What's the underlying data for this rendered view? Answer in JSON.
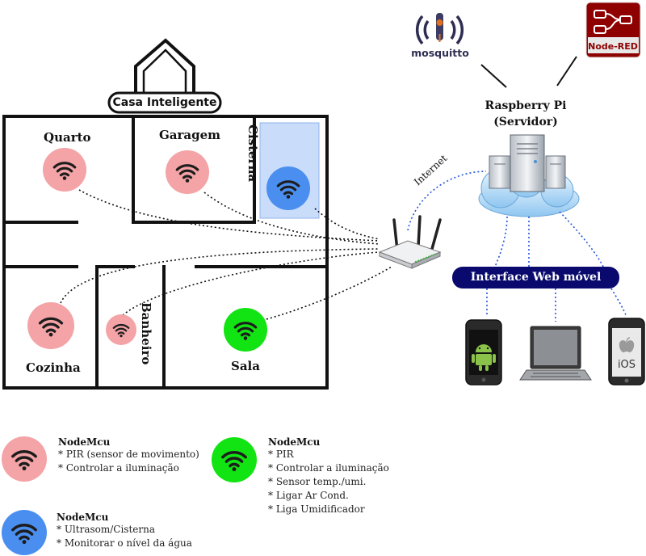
{
  "house": {
    "title": "Casa Inteligente",
    "rooms": {
      "quarto": "Quarto",
      "garagem": "Garagem",
      "cisterna": "Cisterna",
      "cozinha": "Cozinha",
      "banheiro": "Banheiro",
      "sala": "Sala"
    }
  },
  "network": {
    "internet_label": "Internet",
    "server_label_line1": "Raspberry Pi",
    "server_label_line2": "(Servidor)",
    "broker_logo": "mosquitto",
    "flow_logo": "Node-RED",
    "interface_label": "Interface Web móvel",
    "ios_label": "iOS"
  },
  "legend": [
    {
      "title": "NodeMcu",
      "color": "#f4a3a6",
      "items": [
        "* PIR (sensor de movimento)",
        "* Controlar a iluminação"
      ]
    },
    {
      "title": "NodeMcu",
      "color": "#12e312",
      "items": [
        "* PIR",
        "* Controlar a iluminação",
        "* Sensor temp./umi.",
        "* Ligar Ar Cond.",
        "* Liga Umidificador"
      ]
    },
    {
      "title": "NodeMcu",
      "color": "#4a8ff0",
      "items": [
        "* Ultrasom/Cisterna",
        "* Monitorar o nível da água"
      ]
    }
  ],
  "colors": {
    "pink_node": "#f4a3a6",
    "green_node": "#12e312",
    "blue_node": "#4a8ff0",
    "cistern_fill": "#c9dcfa",
    "interface_banner": "#0a0a6e",
    "node_red": "#8f0000"
  },
  "icons": [
    "wifi-icon",
    "house-roof-icon",
    "router-icon",
    "cloud-icon",
    "server-icon",
    "android-phone-icon",
    "laptop-icon",
    "ios-phone-icon",
    "mosquitto-logo-icon",
    "node-red-logo-icon"
  ]
}
